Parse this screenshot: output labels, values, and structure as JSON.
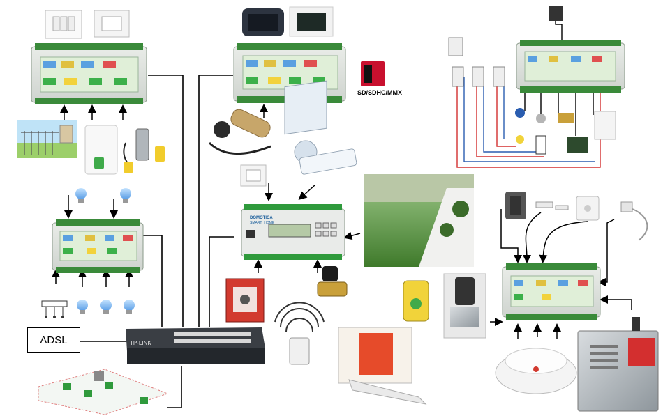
{
  "labels": {
    "adsl": "ADSL",
    "sd_card": "SD/SDHC/MMX",
    "switch_brand": "TP-LINK",
    "module_brand": "DOMOTICA",
    "module_sub": "SMART_HOME"
  },
  "colors": {
    "module_green": "#3a8a3a",
    "terminal_green": "#2f9a3c",
    "wire_red": "#d32f2f",
    "wire_blue": "#2a5db0",
    "bulb_blue": "#7db7f0",
    "switch_dark": "#2d3440"
  }
}
